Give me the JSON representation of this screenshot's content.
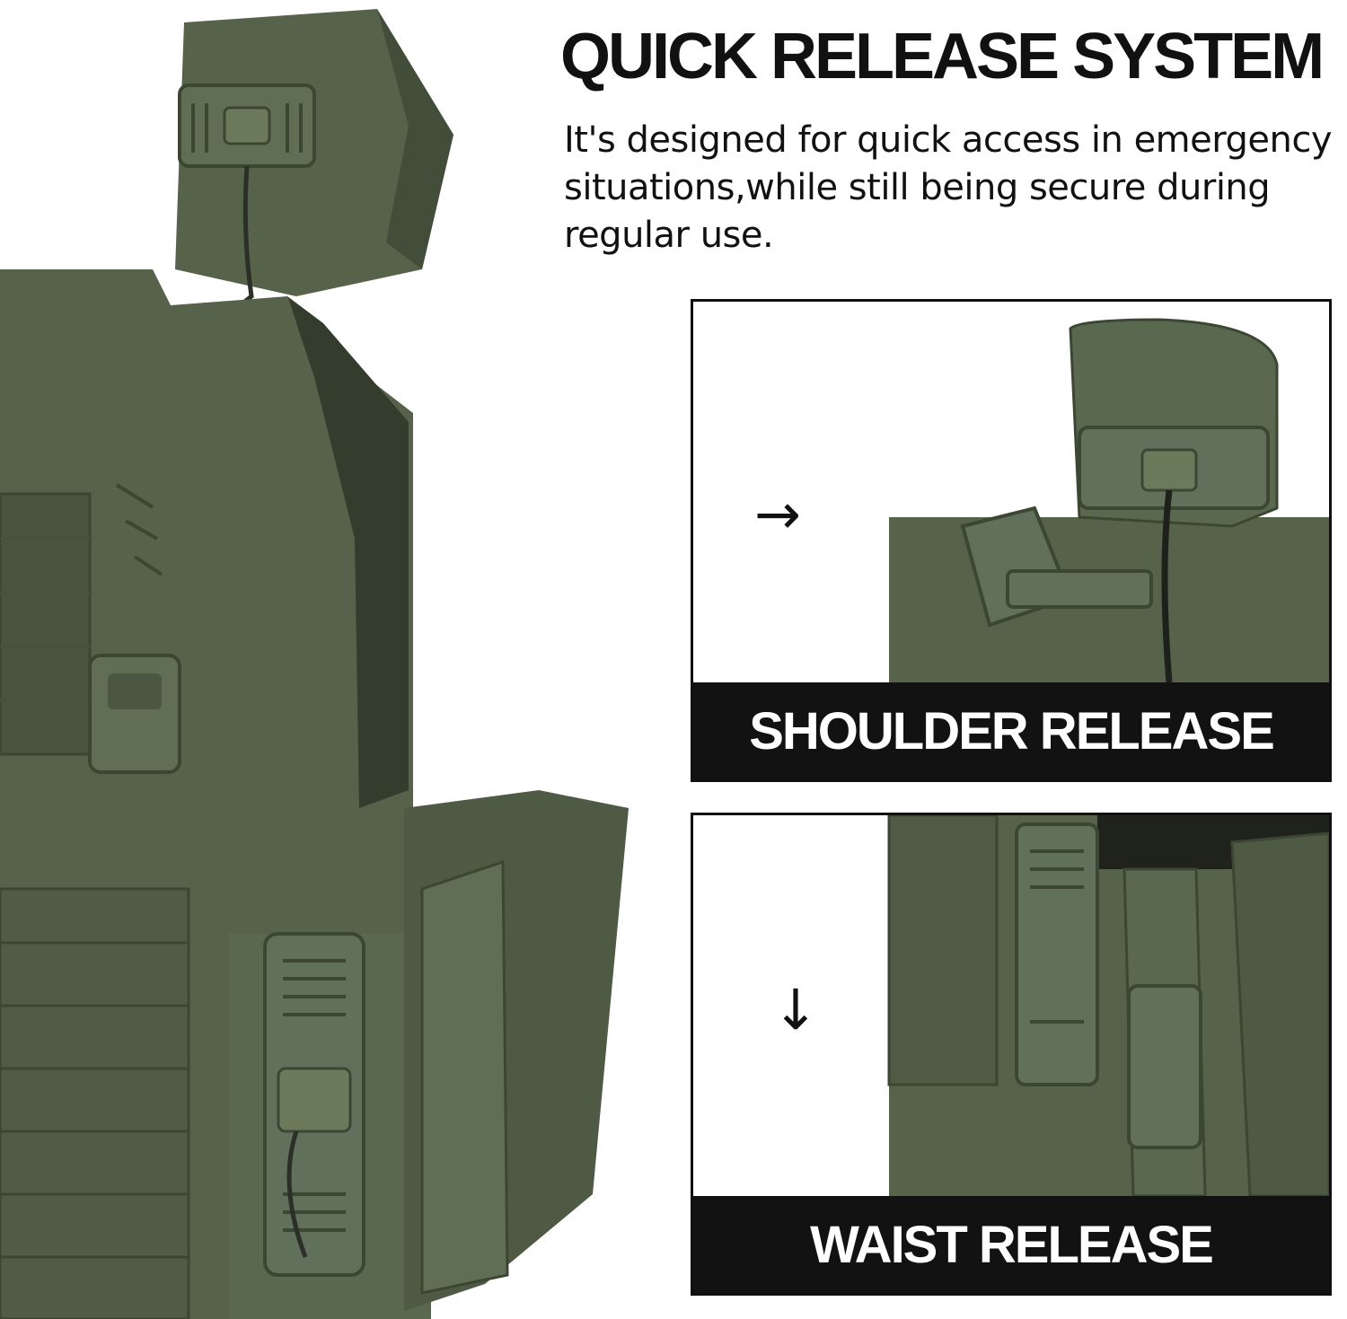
{
  "headline": "QUICK RELEASE SYSTEM",
  "description": "It's designed for quick access in emergency situations,while still being secure during regular use.",
  "panels": {
    "shoulder": {
      "label": "SHOULDER RELEASE",
      "arrow": "→"
    },
    "waist": {
      "label": "WAIST RELEASE",
      "arrow": "↓"
    }
  },
  "colors": {
    "fabric": "#56624a",
    "fabric_dark": "#3c4733",
    "fabric_light": "#6c7a5c",
    "buckle": "#5f6e55",
    "label_bg": "#121212",
    "text": "#111111"
  }
}
